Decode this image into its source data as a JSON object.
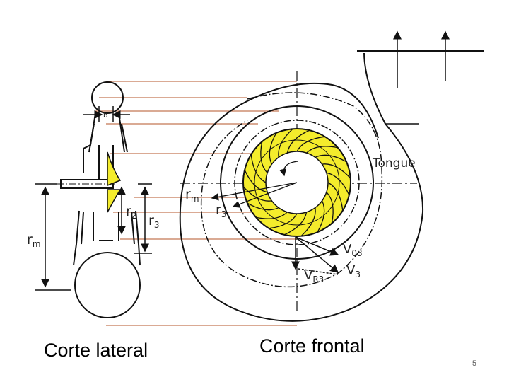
{
  "captions": {
    "left": "Corte lateral",
    "right": "Corte frontal"
  },
  "page_number": "5",
  "labels": {
    "b": "b",
    "tongue": "Tongue",
    "r2": "r",
    "r2_sub": "2",
    "r3_side": "r",
    "r3_side_sub": "3",
    "rm_side": "r",
    "rm_side_sub": "m",
    "rm_front": "r",
    "rm_front_sub": "m",
    "r3_front": "r",
    "r3_front_sub": "3",
    "v03": "V",
    "v03_sub": "03",
    "v3": "V",
    "v3_sub": "3",
    "vr3": "V",
    "vr3_sub": "R3"
  },
  "colors": {
    "impeller_fill": "#f4ec2c",
    "projection_line": "#b5562a",
    "ink": "#111111"
  }
}
